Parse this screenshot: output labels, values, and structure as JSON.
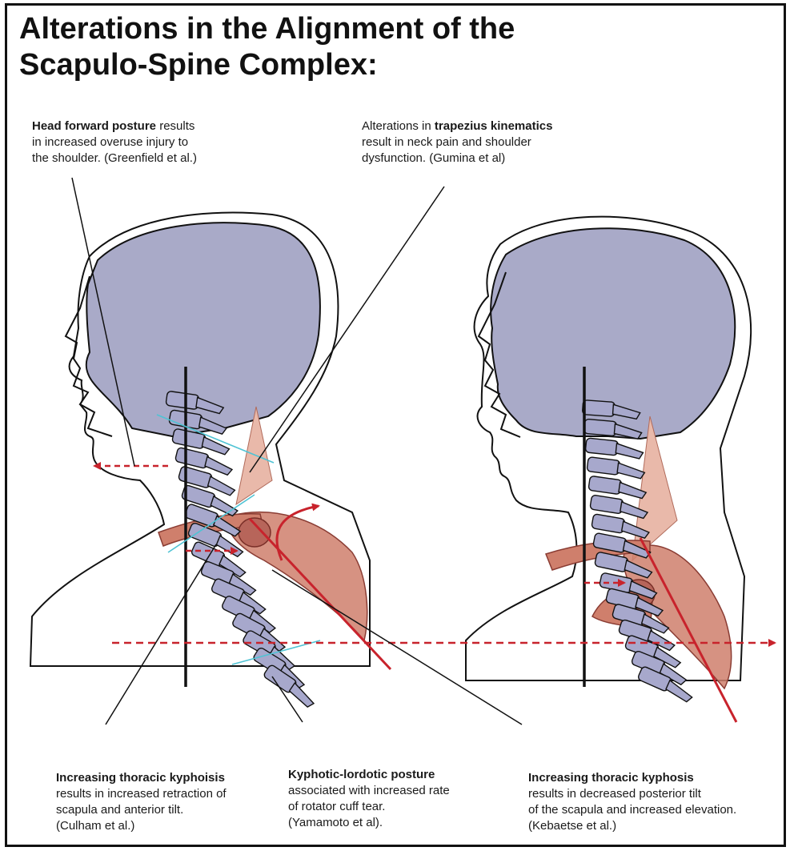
{
  "title": {
    "line1": "Alterations in the Alignment of the",
    "line2": "Scapulo-Spine Complex:"
  },
  "annotations": {
    "head_forward": {
      "bold": "Head forward posture",
      "rest1": " results",
      "line2": "in increased overuse injury to",
      "line3": "the shoulder. (Greenfield et al.)"
    },
    "trapezius": {
      "pre": "Alterations in ",
      "bold": "trapezius kinematics",
      "line2": "result in neck pain and shoulder",
      "line3": "dysfunction. (Gumina et al)"
    },
    "thoracic_kyphoisis": {
      "bold": "Increasing thoracic kyphoisis",
      "line2": "results in increased retraction of",
      "line3": "scapula and anterior tilt.",
      "line4": "(Culham et al.)"
    },
    "kyphotic_lordotic": {
      "bold": "Kyphotic-lordotic posture",
      "line2": "associated with increased rate",
      "line3": "of rotator cuff tear.",
      "line4": "(Yamamoto et al)."
    },
    "thoracic_kyphosis": {
      "bold": "Increasing thoracic kyphosis",
      "line2": "results in decreased posterior tilt",
      "line3": "of the scapula and increased elevation.",
      "line4": "(Kebaetse et al.)"
    }
  },
  "colors": {
    "head_fill": "#a9aac8",
    "vertebra_fill": "#a7a8cc",
    "muscle_fill": "#cf7f6c",
    "trapezius_fill": "#e9b9aa",
    "arrow_red": "#c8232c",
    "guide_cyan": "#4fc3d4",
    "outline": "#111111"
  }
}
